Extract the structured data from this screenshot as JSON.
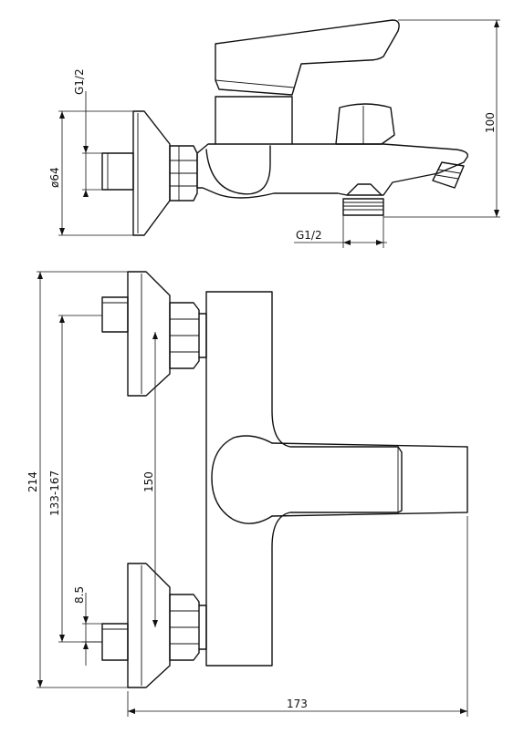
{
  "dimensions": {
    "top_thread_vertical": "G1/2",
    "diameter": "ø64",
    "top_thread_horizontal": "G1/2",
    "height": "100",
    "total_height": "214",
    "connection_range": "133-167",
    "center_distance": "150",
    "thread_offset": "8.5",
    "total_depth": "173"
  },
  "colors": {
    "line": "#111111",
    "background": "#ffffff"
  }
}
